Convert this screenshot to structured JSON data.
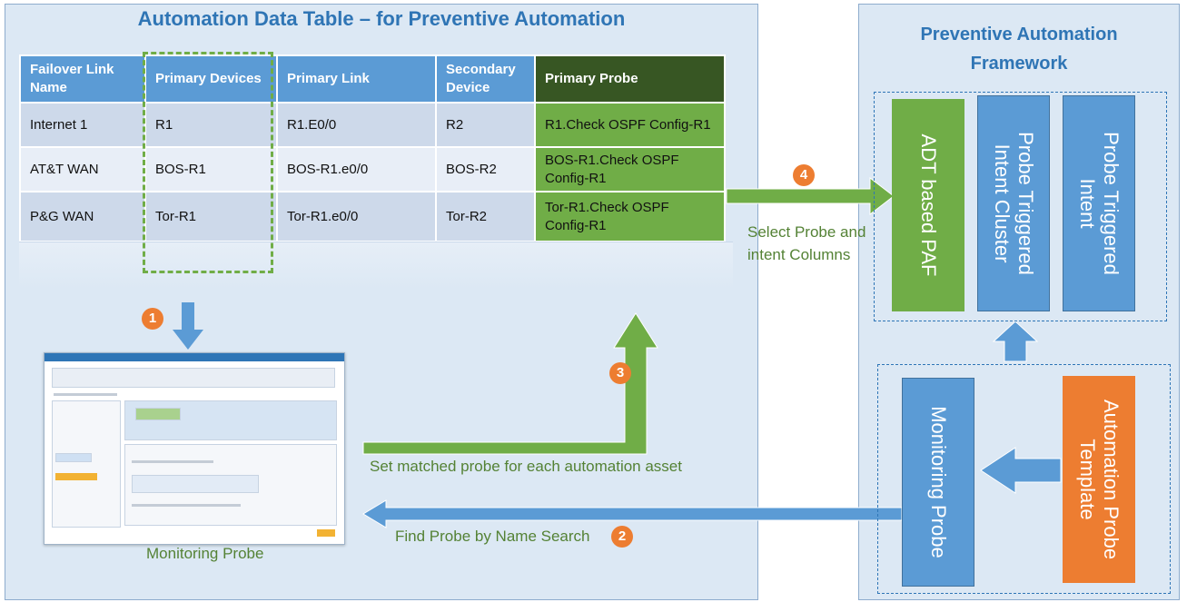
{
  "left_title": "Automation Data Table – for Preventive Automation",
  "right_title_line1": "Preventive Automation",
  "right_title_line2": "Framework",
  "table": {
    "headers": [
      "Failover Link Name",
      "Primary Devices",
      "Primary Link",
      "Secondary Device",
      "Primary Probe"
    ],
    "rows": [
      [
        "Internet 1",
        "R1",
        "R1.E0/0",
        "R2",
        "R1.Check OSPF Config-R1"
      ],
      [
        "AT&T WAN",
        "BOS-R1",
        "BOS-R1.e0/0",
        "BOS-R2",
        "BOS-R1.Check OSPF Config-R1"
      ],
      [
        "P&G WAN",
        "Tor-R1",
        "Tor-R1.e0/0",
        "Tor-R2",
        "Tor-R1.Check OSPF Config-R1"
      ]
    ]
  },
  "steps": {
    "s1": "1",
    "s2": "2",
    "s3": "3",
    "s4": "4"
  },
  "labels": {
    "monitoring_probe_caption": "Monitoring Probe",
    "set_matched": "Set matched probe for each automation asset",
    "find_probe": "Find Probe by Name Search",
    "select_probe_line1": "Select Probe and",
    "select_probe_line2": "intent Columns"
  },
  "framework_boxes": {
    "adt_paf": "ADT based PAF",
    "cluster_line1": "Probe Triggered",
    "cluster_line2": "Intent Cluster",
    "intent_line1": "Probe Triggered",
    "intent_line2": "Intent",
    "monitoring_probe": "Monitoring Probe",
    "template_line1": "Automation Probe",
    "template_line2": "Template"
  },
  "colors": {
    "accent_blue": "#5b9bd5",
    "title_blue": "#2f75b5",
    "green": "#70ad47",
    "dark_green": "#375623",
    "orange": "#ed7d31"
  }
}
